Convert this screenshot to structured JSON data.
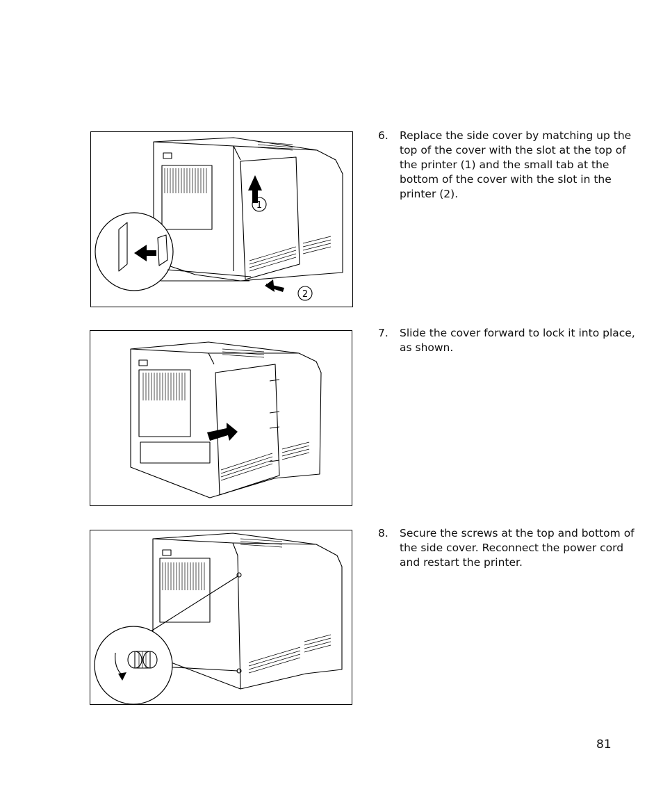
{
  "steps": [
    {
      "number": "6.",
      "text": "Replace the side cover by matching up the top of the cover with the slot at the top of the printer (1) and the small tab at the bottom of the cover with the slot in the printer (2)."
    },
    {
      "number": "7.",
      "text": "Slide the cover forward to lock it into place, as shown."
    },
    {
      "number": "8.",
      "text": "Secure the screws at the top and bottom of the side cover. Reconnect the power cord and restart the printer."
    }
  ],
  "figure1": {
    "callout_1": "1",
    "callout_2": "2"
  },
  "page_number": "81"
}
